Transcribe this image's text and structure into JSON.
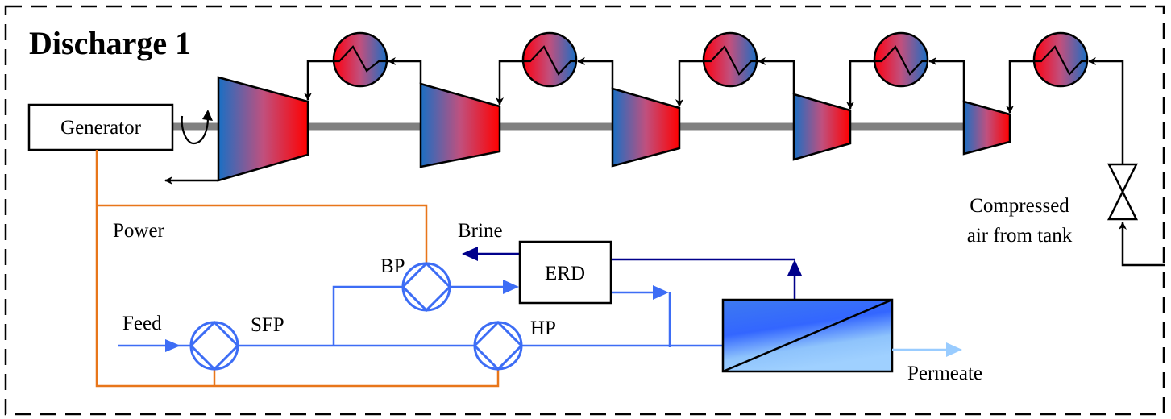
{
  "diagram": {
    "title": "Discharge 1",
    "components": {
      "generator": "Generator",
      "erd": "ERD"
    },
    "labels": {
      "power": "Power",
      "brine": "Brine",
      "feed": "Feed",
      "sfp": "SFP",
      "bp": "BP",
      "hp": "HP",
      "permeate": "Permeate",
      "compressed_line1": "Compressed",
      "compressed_line2": "air from tank"
    },
    "turbine_stages": 5,
    "heat_exchangers": 5,
    "colors": {
      "border": "#000000",
      "shaft": "#808080",
      "power_line": "#E8761A",
      "feed_line": "#3D6DF5",
      "brine_line": "#00008B",
      "permeate_line": "#99CCFF",
      "hot": "#FF0000",
      "cold": "#1A6FC4"
    }
  }
}
